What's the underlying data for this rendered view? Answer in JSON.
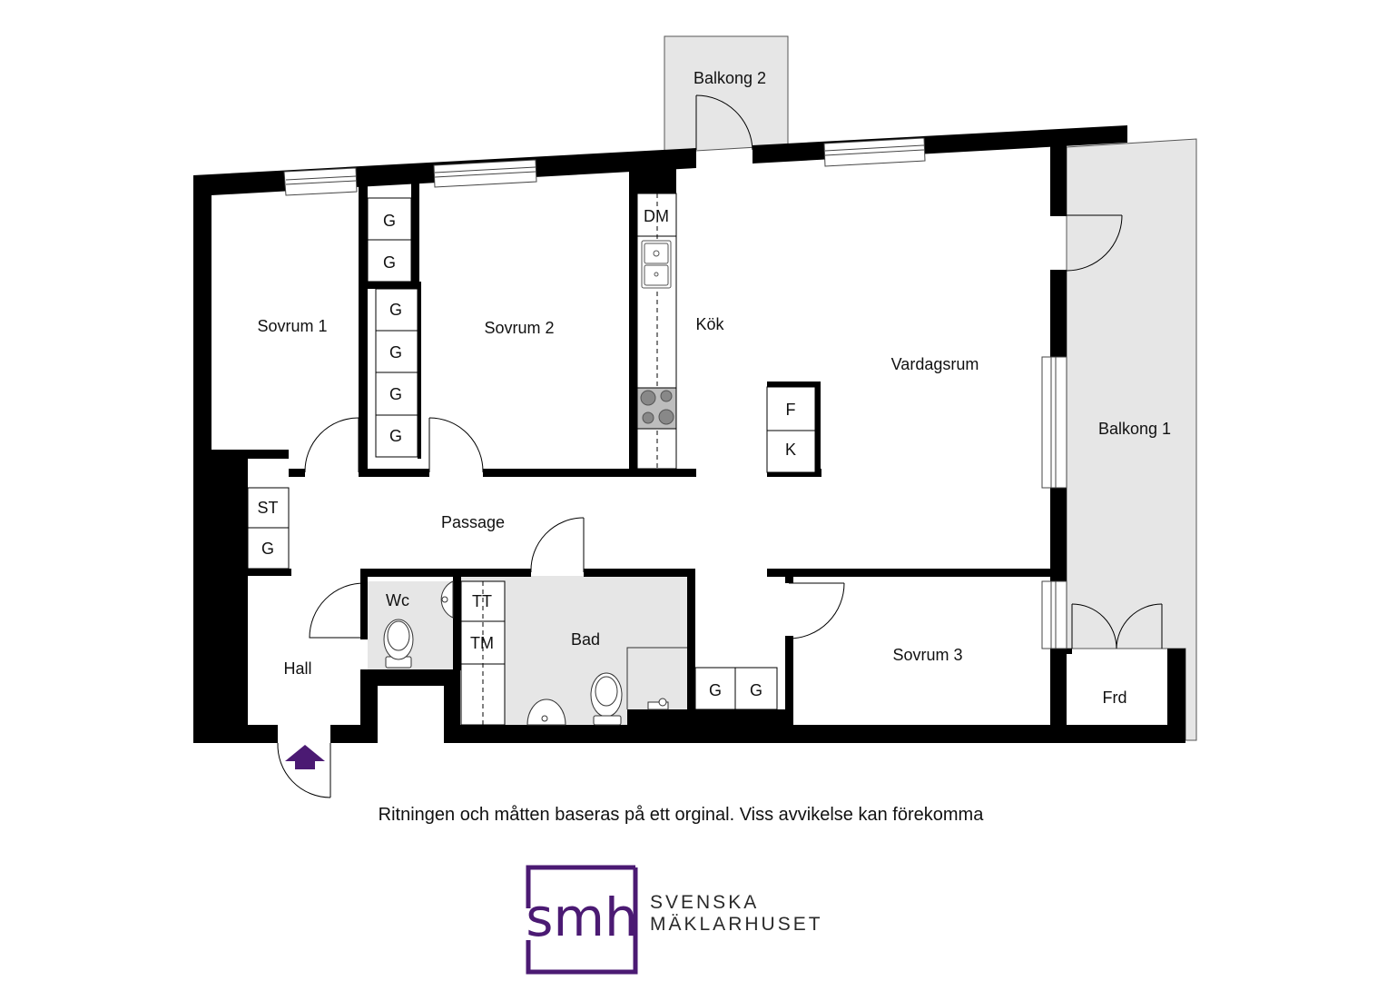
{
  "colors": {
    "wall": "#000000",
    "balcony_fill": "#e6e6e6",
    "wet_room_fill": "#e6e6e6",
    "entrance_arrow": "#4b1a73",
    "logo": "#4b1a73"
  },
  "rooms": {
    "balkong2": "Balkong 2",
    "balkong1": "Balkong 1",
    "sovrum1": "Sovrum 1",
    "sovrum2": "Sovrum 2",
    "sovrum3": "Sovrum 3",
    "kok": "Kök",
    "vardagsrum": "Vardagsrum",
    "passage": "Passage",
    "hall": "Hall",
    "wc": "Wc",
    "bad": "Bad",
    "frd": "Frd"
  },
  "fixtures": {
    "g": "G",
    "st": "ST",
    "dm": "DM",
    "f": "F",
    "k": "K",
    "tt": "TT",
    "tm": "TM"
  },
  "icons": [
    "entrance-arrow-icon",
    "sink-icon",
    "stove-icon",
    "toilet-icon",
    "washbasin-icon"
  ],
  "disclaimer": "Ritningen och måtten baseras på ett orginal. Viss avvikelse kan förekomma",
  "logo": {
    "mark": "smh",
    "line1": "SVENSKA",
    "line2": "MÄKLARHUSET"
  }
}
